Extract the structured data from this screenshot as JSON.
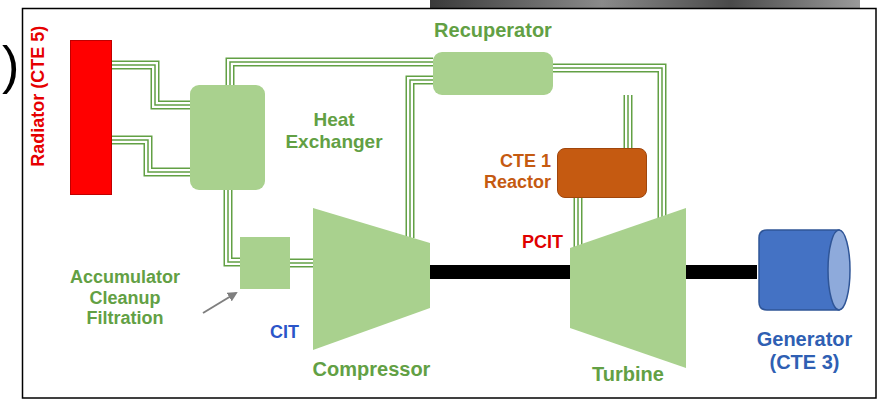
{
  "diagram": {
    "nodes": [
      {
        "text": [
          "Radiator (CTE 5)"
        ]
      },
      {
        "text": [
          "Heat Exchanger"
        ]
      },
      {
        "text": [
          "Recuperator"
        ]
      },
      {
        "text": [
          "CTE 1 Reactor"
        ]
      },
      {
        "text": [
          "Accumulator Cleanup Filtration"
        ]
      },
      {
        "text": [
          "Compressor"
        ]
      },
      {
        "text": [
          "Turbine"
        ]
      },
      {
        "text": [
          "Generator (CTE 3)"
        ]
      }
    ],
    "edges": [
      {
        "from": 0,
        "to": 1,
        "arrow": "none"
      },
      {
        "from": 0,
        "to": 1,
        "arrow": "none"
      },
      {
        "from": 1,
        "to": 4,
        "arrow": "none"
      },
      {
        "from": 4,
        "to": 5,
        "arrow": "none"
      },
      {
        "from": 5,
        "to": 2,
        "arrow": "none"
      },
      {
        "from": 2,
        "to": 1,
        "arrow": "none"
      },
      {
        "from": 2,
        "to": 3,
        "arrow": "none"
      },
      {
        "from": 3,
        "to": 6,
        "arrow": "none"
      },
      {
        "from": 6,
        "to": 2,
        "arrow": "none"
      },
      {
        "from": 5,
        "to": 6,
        "arrow": "none"
      },
      {
        "from": 6,
        "to": 7,
        "arrow": "none"
      }
    ],
    "labels": [
      ")",
      "CIT",
      "PCIT"
    ]
  }
}
